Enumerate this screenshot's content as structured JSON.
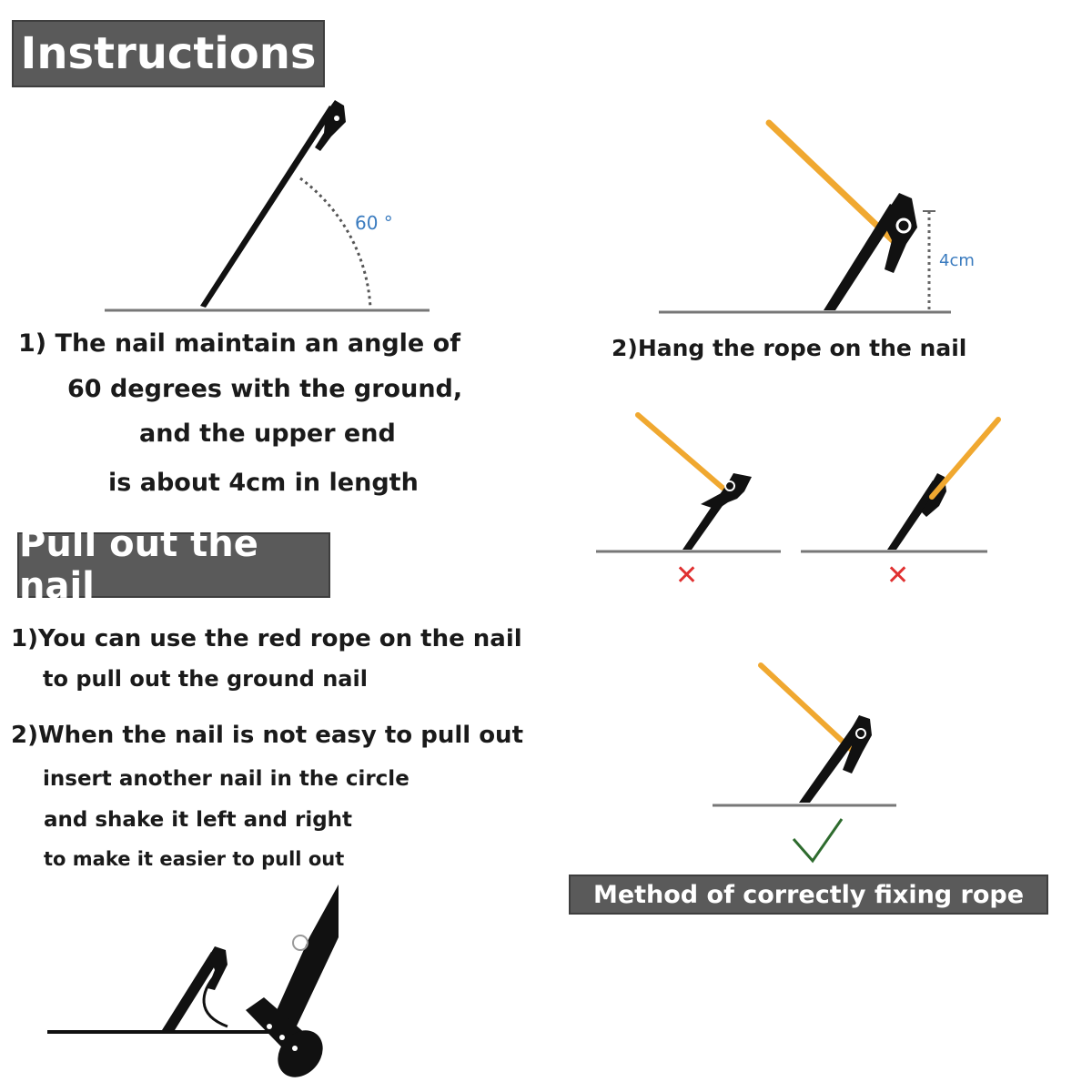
{
  "headings": {
    "instructions": "Instructions",
    "pull_out": "Pull out the nail",
    "method": "Method of correctly fixing rope"
  },
  "step1": {
    "line1": "1) The nail maintain an angle of",
    "line2": "60 degrees with the ground,",
    "line3": "and the upper end",
    "line4": "is about 4cm in length"
  },
  "step2": {
    "caption": "2)Hang the rope on the nail"
  },
  "pull": {
    "item1_line1": "1)You can use the red rope on the nail",
    "item1_line2": "to pull out the ground nail",
    "item2_line1": "2)When the nail is not easy to pull out",
    "item2_line2": "insert another nail in the circle",
    "item2_line3": "and shake it left and right",
    "item2_line4": "to make it easier to pull out"
  },
  "diagram_labels": {
    "angle": "60 °",
    "height": "4cm"
  },
  "marks": {
    "wrong": "✕",
    "right": "✓"
  },
  "colors": {
    "banner": "#5a5a5a",
    "rope": "#f0a830",
    "nail": "#111111",
    "wrong_mark": "#e03030",
    "right_mark": "#2e6b2e",
    "dimension_blue": "#3a7bbf"
  },
  "icons": [
    "ground-nail-icon",
    "rope-icon",
    "hammer-icon",
    "wrong-mark-icon",
    "right-mark-icon"
  ]
}
